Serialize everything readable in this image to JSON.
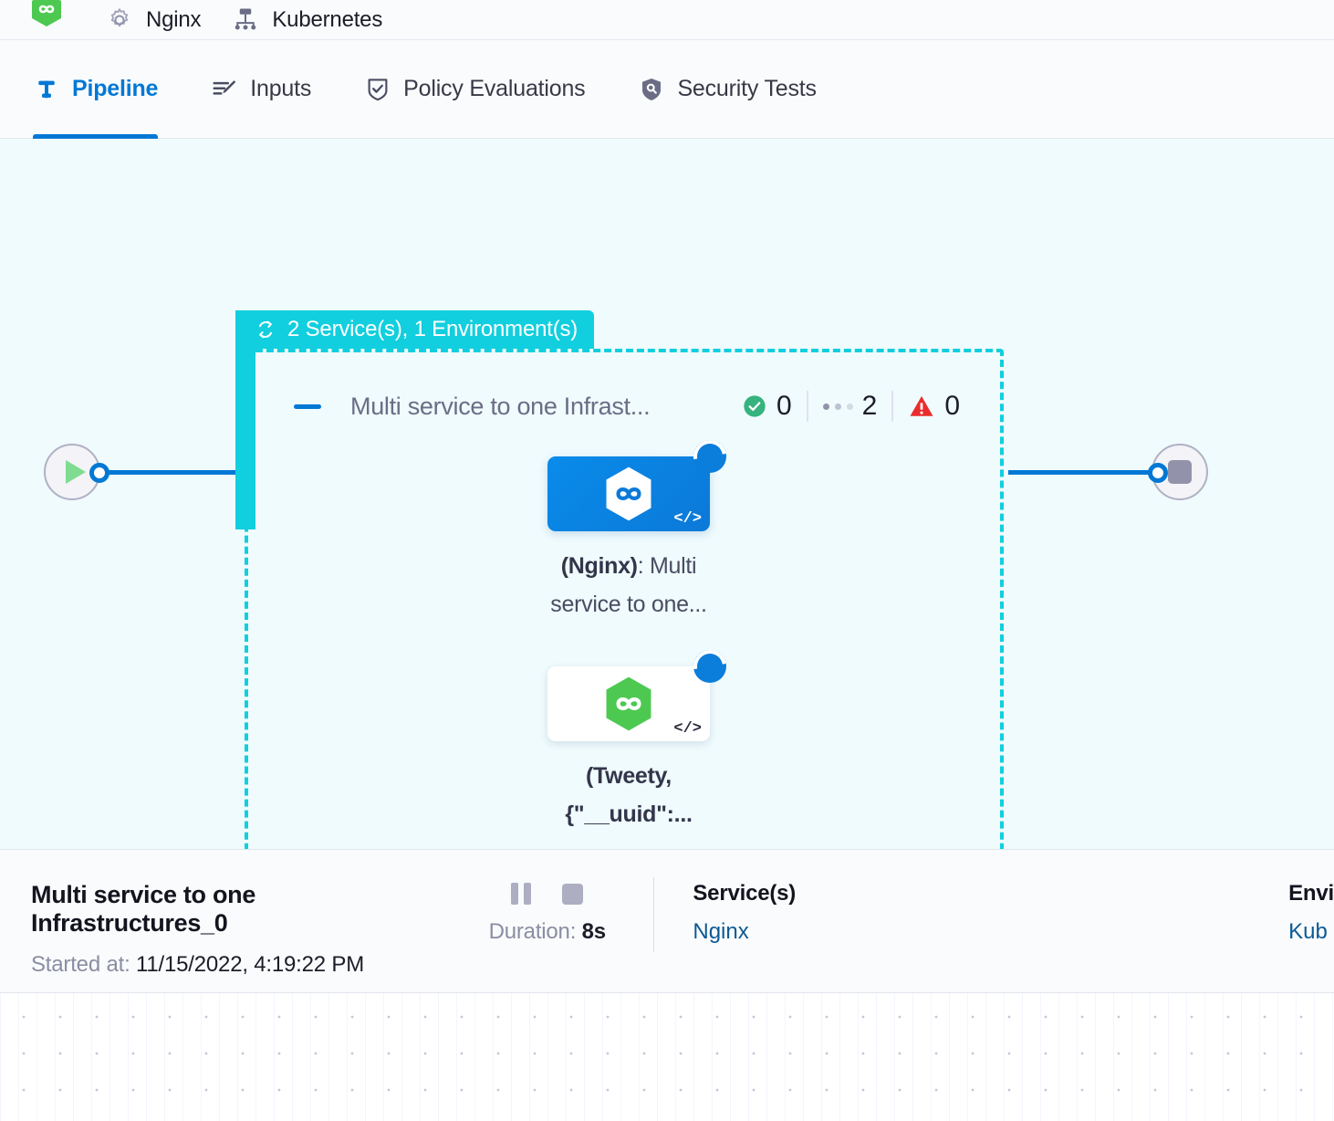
{
  "breadcrumbs": [
    {
      "icon": "harness-hexagon-logo",
      "label": ""
    },
    {
      "icon": "gear-icon",
      "label": "Nginx"
    },
    {
      "icon": "infrastructure-icon",
      "label": "Kubernetes"
    }
  ],
  "tabs": [
    {
      "id": "pipeline",
      "icon": "pipeline-icon",
      "label": "Pipeline",
      "active": true
    },
    {
      "id": "inputs",
      "icon": "inputs-icon",
      "label": "Inputs",
      "active": false
    },
    {
      "id": "policy-evaluations",
      "icon": "policy-shield-icon",
      "label": "Policy Evaluations",
      "active": false
    },
    {
      "id": "security-tests",
      "icon": "security-shield-icon",
      "label": "Security Tests",
      "active": false
    }
  ],
  "graph": {
    "group": {
      "icon": "loop-repeat-icon",
      "label": "2 Service(s), 1 Environment(s)"
    },
    "stage": {
      "collapse_icon": "collapse-dash-icon",
      "title": "Multi service to one Infrast...",
      "counters": [
        {
          "id": "success",
          "icon": "success-check-icon",
          "value": "0"
        },
        {
          "id": "running",
          "icon": "running-dots-icon",
          "value": "2"
        },
        {
          "id": "failed",
          "icon": "warning-triangle-icon",
          "value": "0"
        }
      ]
    },
    "start_node": {
      "icon": "play-icon",
      "name": "start-node"
    },
    "end_node": {
      "icon": "stop-icon",
      "name": "end-node"
    },
    "nodes": [
      {
        "id": "nginx-node",
        "icon": "harness-hexagon-blue-icon",
        "code_glyph": "</>",
        "status_icon": "running-spinner-icon",
        "selected": true,
        "label_bold": "(Nginx)",
        "label_rest": ": Multi service to one..."
      },
      {
        "id": "tweety-node",
        "icon": "harness-hexagon-green-icon",
        "code_glyph": "</>",
        "status_icon": "running-spinner-icon",
        "selected": false,
        "label_bold": "(Tweety, {\"__uuid\":...",
        "label_rest": ""
      }
    ]
  },
  "details": {
    "title": "Multi service to one Infrastructures_0",
    "started_label": "Started at:",
    "started_value": "11/15/2022, 4:19:22 PM",
    "controls": {
      "pause_icon": "pause-icon",
      "stop_icon": "stop-icon"
    },
    "duration_label": "Duration:",
    "duration_value": "8s",
    "services": {
      "heading": "Service(s)",
      "value": "Nginx"
    },
    "environments": {
      "heading": "Envi",
      "value": "Kub"
    }
  },
  "colors": {
    "accent_blue": "#0278d5",
    "group_teal": "#11cfde",
    "canvas_bg": "#effbfd",
    "success_green": "#36b37e",
    "error_red": "#ea2c2c"
  }
}
